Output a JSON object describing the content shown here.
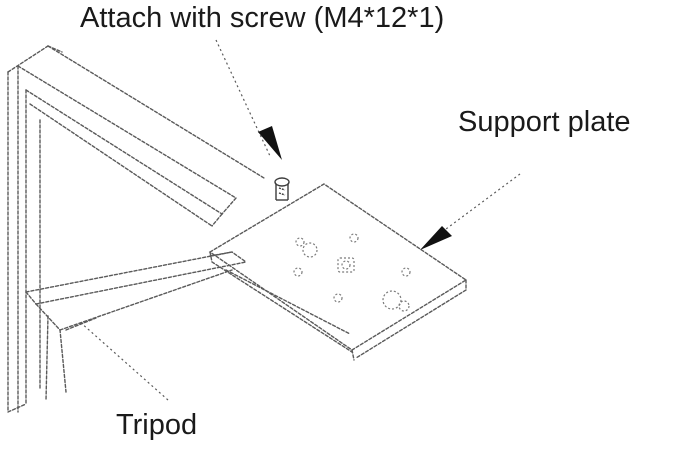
{
  "labels": {
    "screw": "Attach with screw (M4*12*1)",
    "support_plate": "Support plate",
    "tripod": "Tripod"
  },
  "colors": {
    "line": "#5a5a5a",
    "light_line": "#9a9a9a",
    "arrow": "#111111",
    "text": "#1a1a1a"
  }
}
